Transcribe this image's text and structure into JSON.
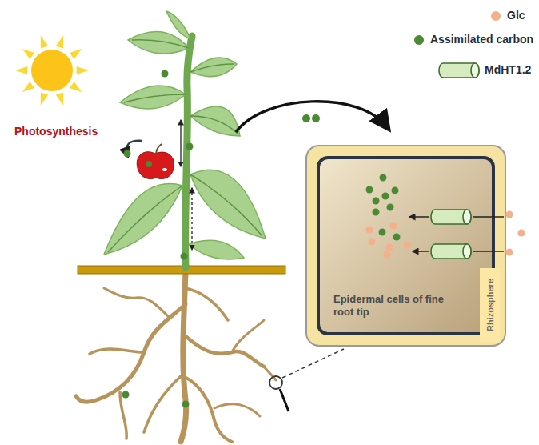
{
  "diagram": {
    "nodes": [
      {
        "text": [
          "Epidermal cells of fine root tip"
        ]
      },
      {
        "text": [
          "Rhizosphere"
        ]
      }
    ],
    "labels": [
      "Photosynthesis"
    ],
    "legend": [
      {
        "text": "Glc",
        "color": "#f4b08a"
      },
      {
        "text": "Assimilated carbon",
        "color": "#4a8a32"
      },
      {
        "text": "MdHT1.2"
      }
    ]
  }
}
